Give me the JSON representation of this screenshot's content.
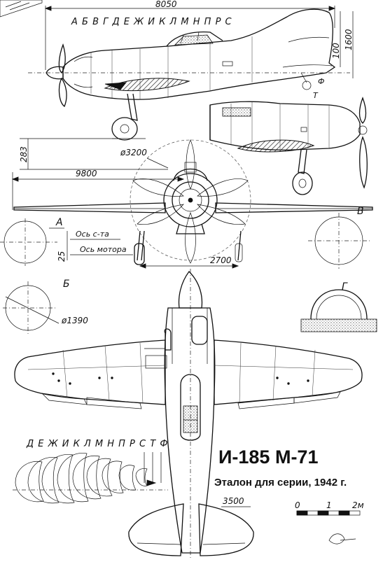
{
  "drawing": {
    "title": "И-185 М-71",
    "subtitle": "Эталон для серии, 1942 г."
  },
  "dimensions": {
    "length": "8050",
    "span": "9800",
    "prop_diameter": "ø3200",
    "height_small": "100",
    "height_tail": "1600",
    "gear_height": "283",
    "engine_offset": "25",
    "track": "2700",
    "cowl_diameter": "ø1390",
    "stabilizer_span": "3500"
  },
  "station_labels_top": "А Б В Г  Д Е Ж И К Л М Н  П  Р  С",
  "station_labels_side": [
    "Т",
    "Ф"
  ],
  "station_labels_bottom": "Д Е Ж И К Л М Н  П  Р  С  Т Ф",
  "section_labels": {
    "A": "А",
    "B": "Б",
    "V": "В",
    "G": "Г"
  },
  "axis_labels": {
    "airframe_axis": "Ось с-та",
    "engine_axis": "Ось мотора"
  },
  "scale_bar": {
    "ticks": [
      "0",
      "1",
      "2м"
    ]
  },
  "colors": {
    "ink": "#111111",
    "paper": "#ffffff"
  }
}
